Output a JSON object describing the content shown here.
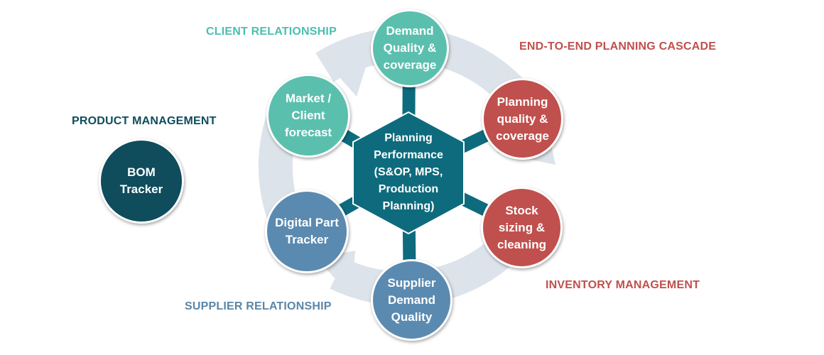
{
  "colors": {
    "teal": "#5bbfae",
    "red": "#c0504d",
    "steel_blue": "#5b8ab0",
    "dark_teal": "#0f4c5c",
    "hub": "#0e6b7d",
    "cycle_arrow": "#dde3ea",
    "label_teal": "#4bbfae",
    "label_red": "#c0504d",
    "label_blue": "#5a86a8",
    "label_dark": "#0f4c5c"
  },
  "labels": {
    "client_relationship": "CLIENT RELATIONSHIP",
    "end_to_end": "END-TO-END PLANNING CASCADE",
    "product_management": "PRODUCT MANAGEMENT",
    "inventory_management": "INVENTORY MANAGEMENT",
    "supplier_relationship": "SUPPLIER RELATIONSHIP"
  },
  "hub": {
    "text": "Planning\nPerformance\n(S&OP, MPS,\nProduction\nPlanning)"
  },
  "nodes": {
    "demand_quality": "Demand\nQuality &\ncoverage",
    "planning_quality": "Planning\nquality &\ncoverage",
    "stock_sizing": "Stock\nsizing &\ncleaning",
    "supplier_demand": "Supplier\nDemand\nQuality",
    "digital_part": "Digital Part\nTracker",
    "market_forecast": "Market /\nClient\nforecast",
    "bom_tracker": "BOM\nTracker"
  }
}
